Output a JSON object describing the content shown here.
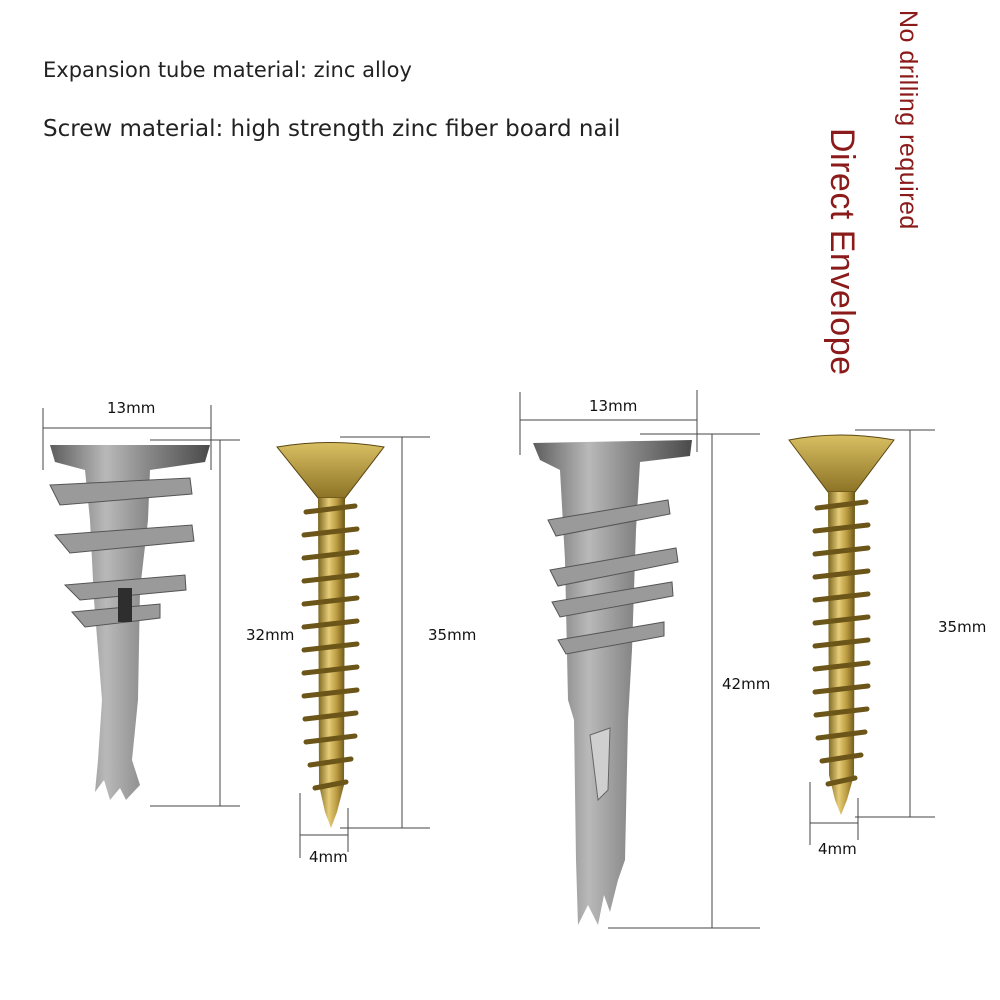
{
  "specs": {
    "line1": "Expansion tube material: zinc alloy",
    "line2": "Screw material: high strength zinc fiber board nail"
  },
  "side_notes": {
    "note1": "No drilling required",
    "note2": "Direct Envelope"
  },
  "dimensions": {
    "small_anchor_width": "13mm",
    "small_anchor_length": "32mm",
    "small_screw_length": "35mm",
    "small_screw_diameter": "4mm",
    "large_anchor_width": "13mm",
    "large_anchor_length": "42mm",
    "large_screw_length": "35mm",
    "large_screw_diameter": "4mm"
  },
  "colors": {
    "accent_text": "#8b1a1a",
    "anchor_metal": "#8e8e8e",
    "screw_brass": "#c8a84a"
  }
}
